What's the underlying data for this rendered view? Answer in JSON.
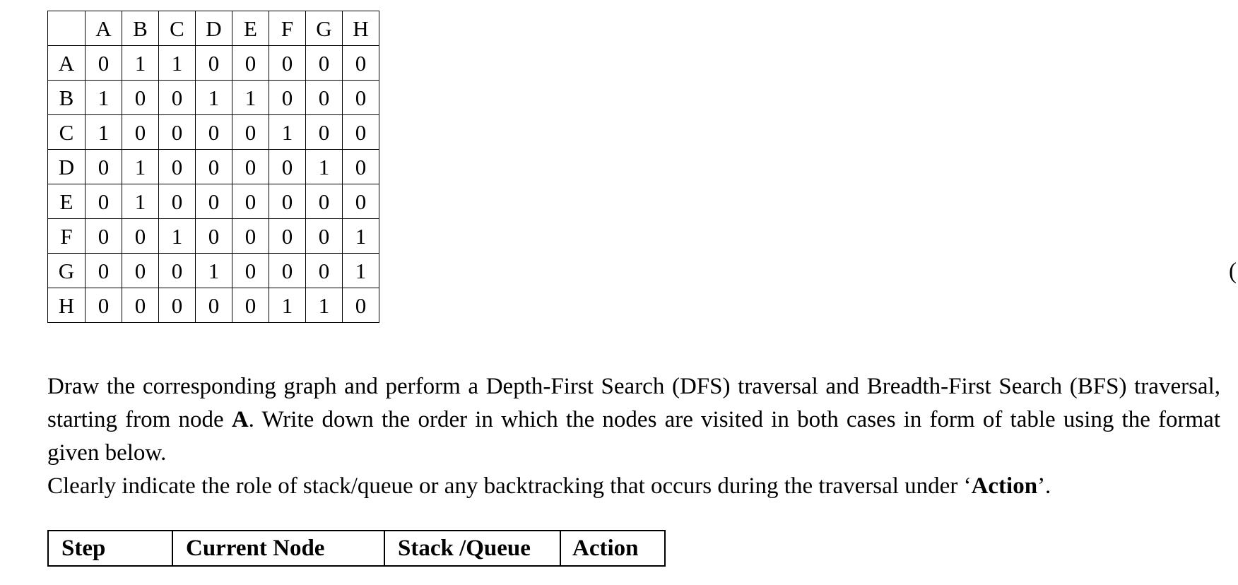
{
  "matrix": {
    "columns": [
      "A",
      "B",
      "C",
      "D",
      "E",
      "F",
      "G",
      "H"
    ],
    "rows": [
      {
        "label": "A",
        "values": [
          "0",
          "1",
          "1",
          "0",
          "0",
          "0",
          "0",
          "0"
        ]
      },
      {
        "label": "B",
        "values": [
          "1",
          "0",
          "0",
          "1",
          "1",
          "0",
          "0",
          "0"
        ]
      },
      {
        "label": "C",
        "values": [
          "1",
          "0",
          "0",
          "0",
          "0",
          "1",
          "0",
          "0"
        ]
      },
      {
        "label": "D",
        "values": [
          "0",
          "1",
          "0",
          "0",
          "0",
          "0",
          "1",
          "0"
        ]
      },
      {
        "label": "E",
        "values": [
          "0",
          "1",
          "0",
          "0",
          "0",
          "0",
          "0",
          "0"
        ]
      },
      {
        "label": "F",
        "values": [
          "0",
          "0",
          "1",
          "0",
          "0",
          "0",
          "0",
          "1"
        ]
      },
      {
        "label": "G",
        "values": [
          "0",
          "0",
          "0",
          "1",
          "0",
          "0",
          "0",
          "1"
        ]
      },
      {
        "label": "H",
        "values": [
          "0",
          "0",
          "0",
          "0",
          "0",
          "1",
          "1",
          "0"
        ]
      }
    ]
  },
  "question": {
    "para1_before": "Draw the corresponding graph and perform a Depth-First Search (DFS) traversal and Breadth-First Search (BFS) traversal, starting from node ",
    "para1_bold": "A",
    "para1_after": ". Write down the order in which the nodes are visited in both cases in form of table using the format given below.",
    "para2_before": "Clearly indicate the role of stack/queue or any backtracking that occurs during the traversal under ‘",
    "para2_bold": "Action",
    "para2_after": "’."
  },
  "format_table": {
    "headers": [
      "Step",
      "Current Node",
      "Stack /Queue",
      "Action"
    ]
  },
  "edge_glyph": "("
}
